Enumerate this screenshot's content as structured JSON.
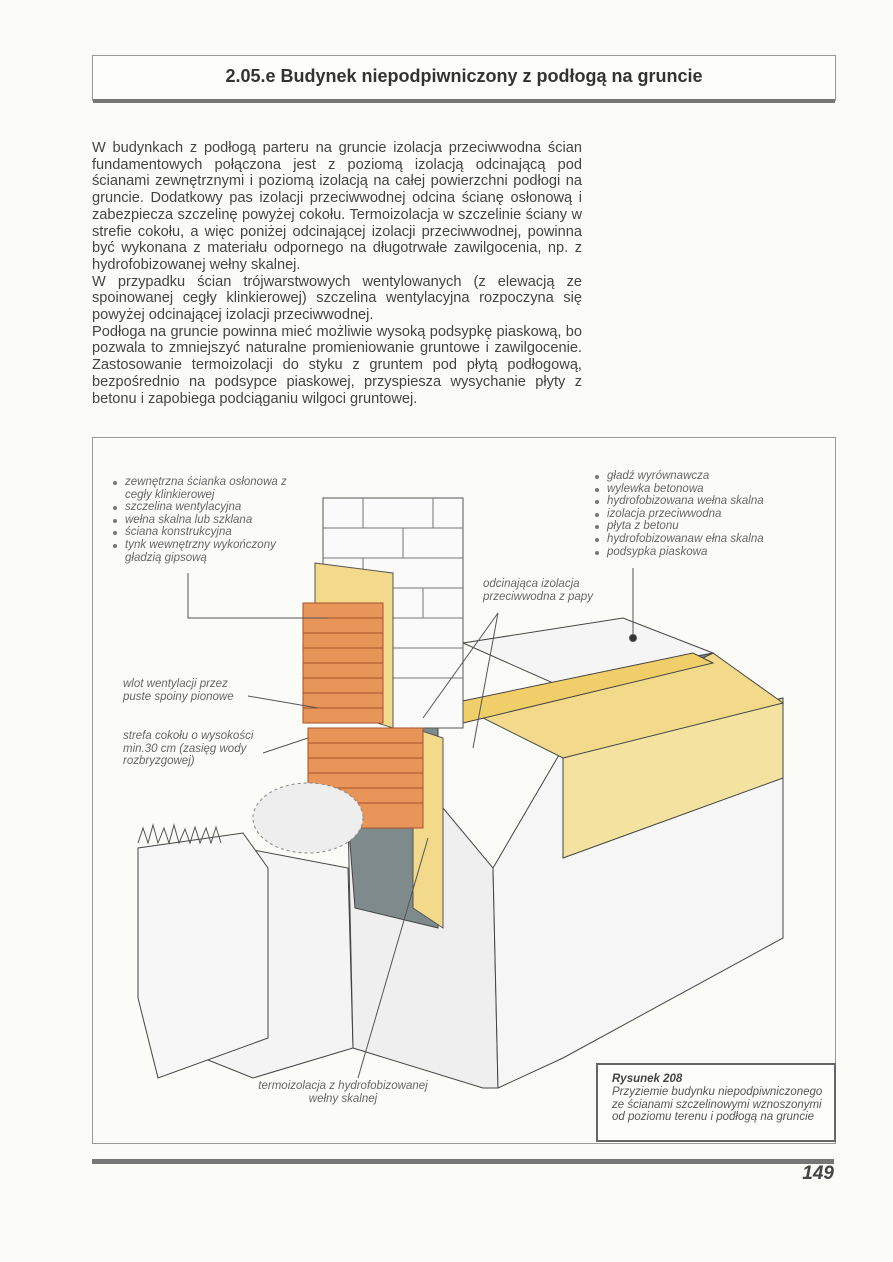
{
  "header": {
    "title": "2.05.e  Budynek niepodpiwniczony z podłogą na gruncie"
  },
  "body": {
    "paragraphs": [
      "W budynkach z podłogą parteru na gruncie izolacja przeciwwodna ścian fundamentowych połączona jest z poziomą izolacją odcinającą pod ścianami zewnętrznymi i poziomą izolacją na całej powierzchni podłogi na gruncie. Dodatkowy pas izolacji przeciwwodnej odcina ścianę osłonową i zabezpiecza szczelinę powyżej cokołu. Termoizolacja w szczelinie ściany w strefie cokołu, a więc poniżej odcinającej izolacji przeciwwodnej, powinna być wykonana z materiału odpornego na długotrwałe zawilgocenia, np. z hydrofobizowanej wełny skalnej.",
      "W przypadku ścian trójwarstwowych wentylowanych (z elewacją ze spoinowanej cegły klinkierowej) szczelina wentylacyjna rozpoczyna się powyżej odcinającej izolacji przeciwwodnej.",
      "Podłoga na gruncie powinna mieć możliwie wysoką podsypkę piaskową, bo pozwala to zmniejszyć naturalne promieniowanie gruntowe i zawilgocenie. Zastosowanie termoizolacji do styku z gruntem pod płytą podłogową, bezpośrednio na podsypce piaskowej, przyspiesza wysychanie płyty z betonu i zapobiega podciąganiu wilgoci gruntowej."
    ]
  },
  "figure": {
    "wall_layers": [
      "zewnętrzna ścianka osłonowa z cegły klinkierowej",
      "szczelina wentylacyjna",
      "wełna skalna lub szklana",
      "ściana konstrukcyjna",
      "tynk wewnętrzny wykończony gładzią gipsową"
    ],
    "floor_layers": [
      "gładź wyrównawcza",
      "wylewka betonowa",
      "hydrofobizowana wełna skalna",
      "izolacja przeciwwodna",
      "płyta z betonu",
      "hydrofobizowanaw ełna skalna",
      "podsypka piaskowa"
    ],
    "label_cutoff": "odcinająca izolacja przeciwwodna z papy",
    "label_inlet": "wlot wentylacji przez puste spoiny pionowe",
    "label_plinth": "strefa cokołu o wysokości min.30 cm (zasięg wody rozbryzgowej)",
    "label_thermo": "termoizolacja z hydrofobizowanej wełny skalnej",
    "colors": {
      "brick": "#e8955a",
      "insulation": "#f3d98a",
      "membrane": "#7f8a8c",
      "concrete": "#f2f2f2",
      "sand": "#f4e3a0"
    }
  },
  "caption": {
    "heading": "Rysunek 208",
    "text": "Przyziemie budynku niepodpiwniczonego ze ścianami szczelinowymi wznoszonymi od poziomu terenu i podłogą na gruncie"
  },
  "footer": {
    "page_number": "149"
  }
}
